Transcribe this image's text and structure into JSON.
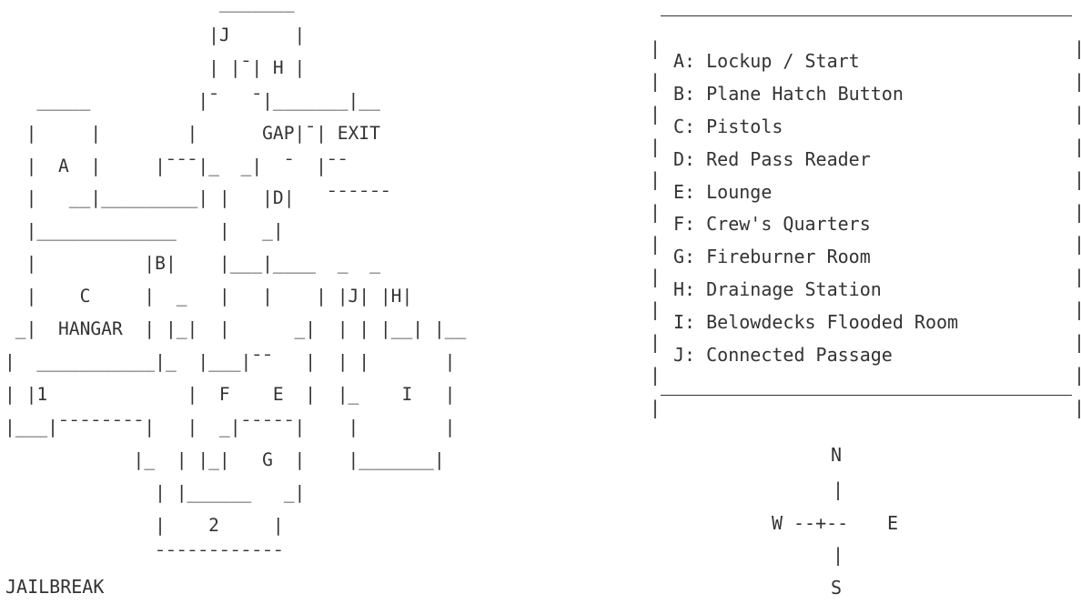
{
  "map": {
    "ascii_lines": [
      "                    _______",
      "                   |J      |",
      "                   | |¯| H |",
      "   _____          |¯   ¯|_______|__",
      "  |     |        |      GAP|¯| EXIT",
      "  |  A  |     |¯¯¯|_  _|  ¯  |¯¯",
      "  |   __|_________| |   |D|   ¯¯¯¯¯¯",
      "  |_____________    |   _|",
      "  |          |B|    |___|____  _  _",
      "  |    C     |  _   |   |    | |J| |H|",
      " _|  HANGAR  | |_|  |      _|  | | |__| |__",
      "|  ___________|_  |___|¯¯   |  | |       |",
      "| |1             |  F    E  |  |_    I   |",
      "|___|¯¯¯¯¯¯¯¯|   |  _|¯¯¯¯¯|    |        |",
      "            |_  | |_|   G  |    |_______|",
      "              | |______   _|",
      "              |    2     |",
      "              ¯¯¯¯¯¯¯¯¯¯¯¯"
    ]
  },
  "legend": {
    "items": [
      "A: Lockup / Start",
      "B: Plane Hatch Button",
      "C: Pistols",
      "D: Red Pass Reader",
      "E: Lounge",
      "F: Crew's Quarters",
      "G: Fireburner Room",
      "H: Drainage Station",
      "I: Belowdecks Flooded Room",
      "J: Connected Passage"
    ]
  },
  "compass": {
    "north": "N",
    "south": "S",
    "west": "W",
    "east": "E",
    "cross": "--+--",
    "vertical": "|"
  },
  "title": "JAILBREAK"
}
